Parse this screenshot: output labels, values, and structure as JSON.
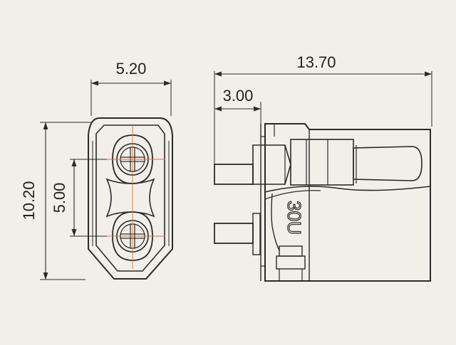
{
  "dimensions": {
    "front_width": "5.20",
    "front_height": "10.20",
    "pin_spacing": "5.00",
    "side_length": "13.70",
    "side_pin_length": "3.00"
  },
  "housing_marking": "30U",
  "colors": {
    "background": "#f1efe8",
    "line": "#2a2a2a",
    "centerline": "#d8734a"
  }
}
